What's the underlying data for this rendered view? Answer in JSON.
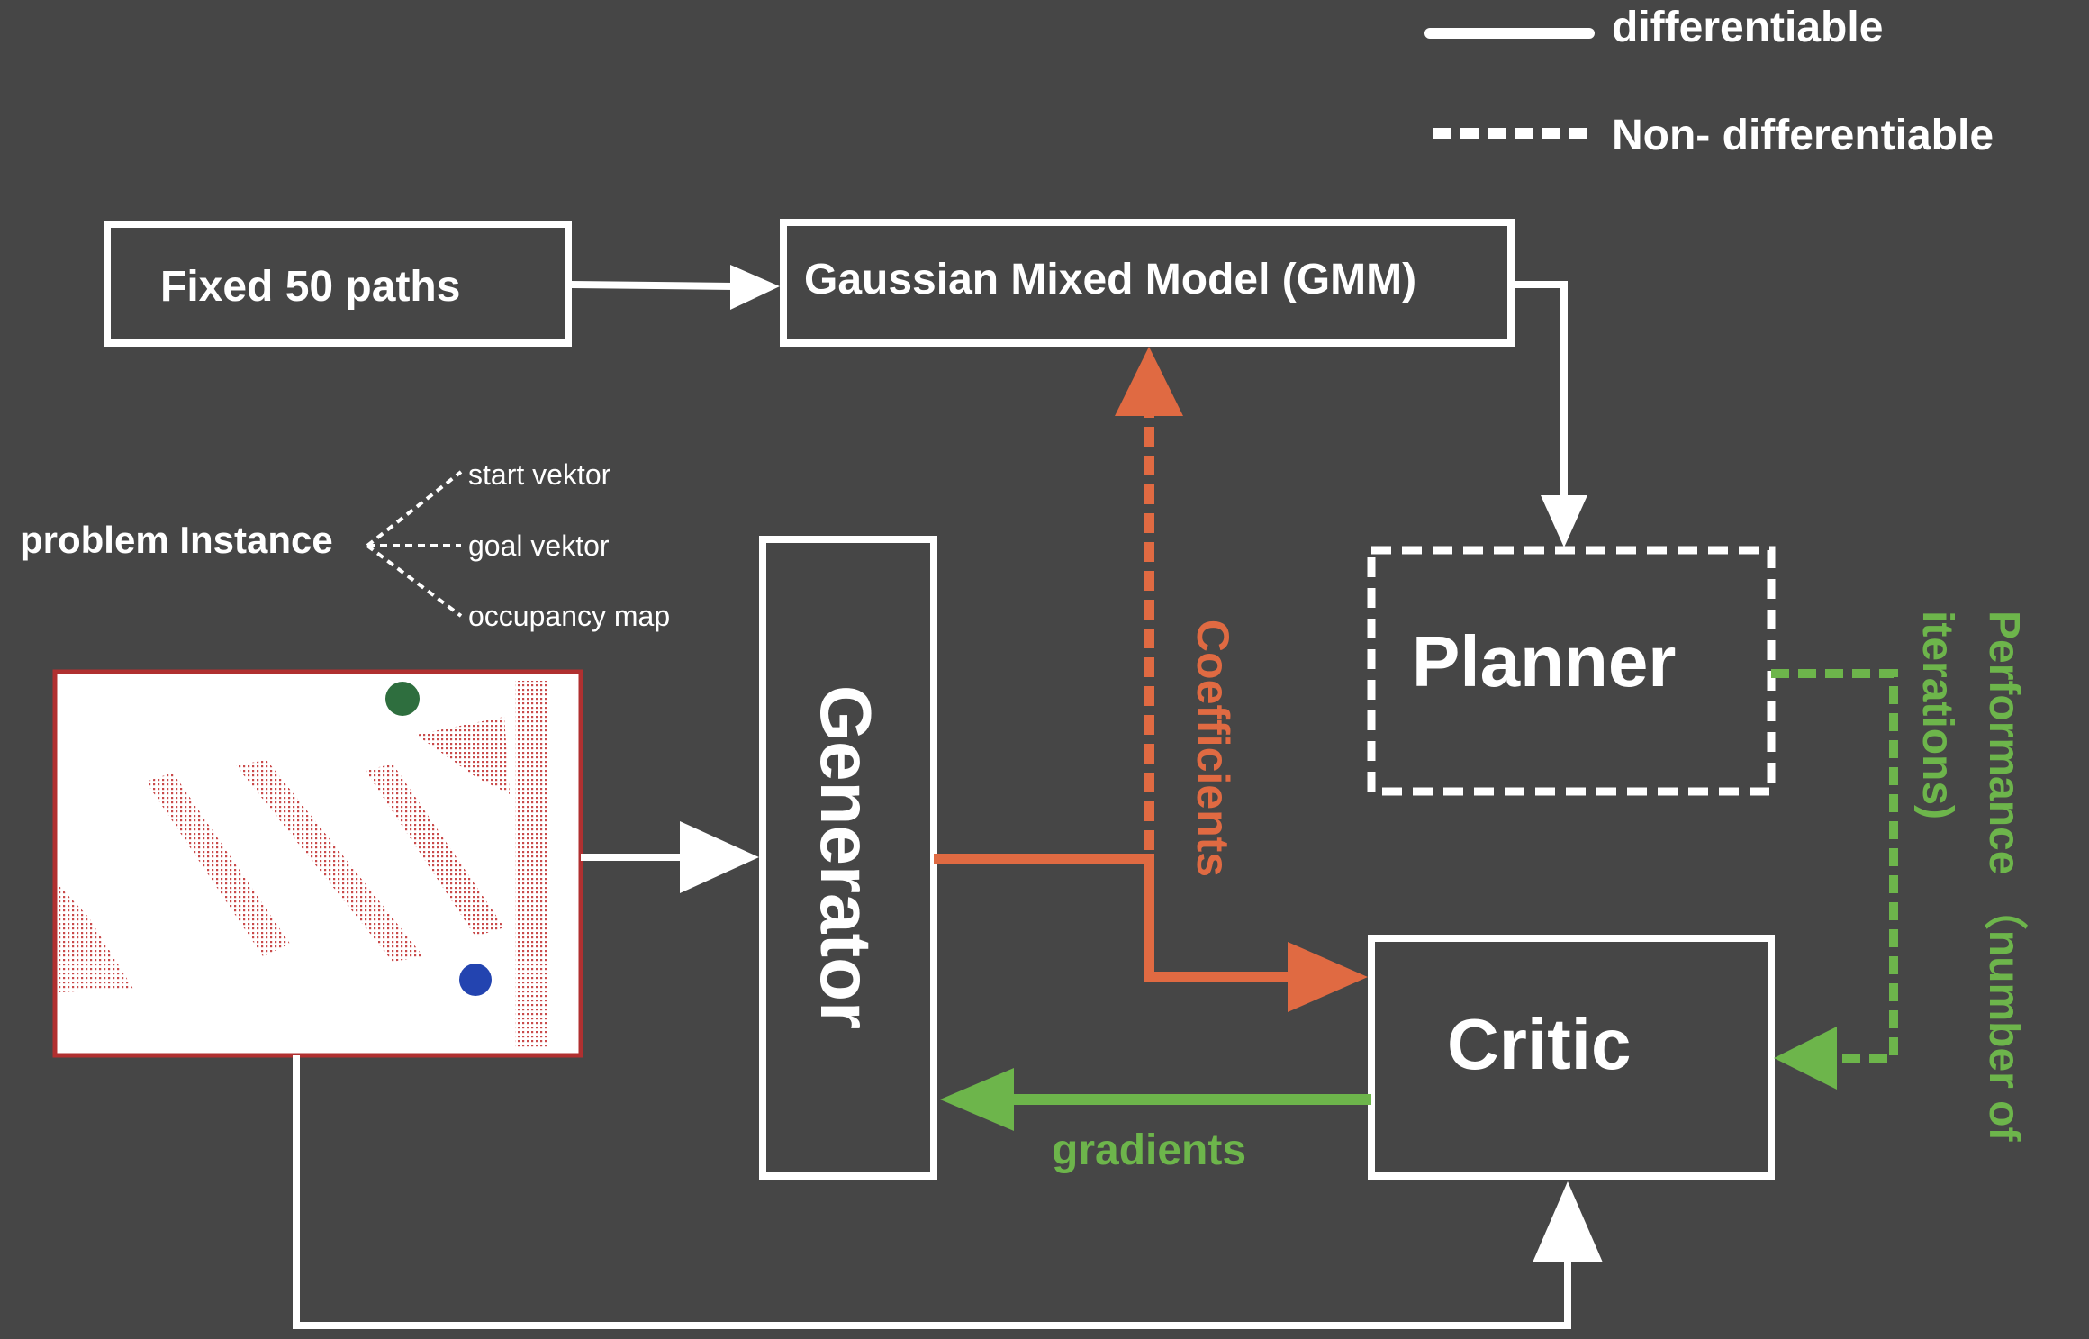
{
  "legend": {
    "solid_label": "differentiable",
    "dashed_label": "Non- differentiable"
  },
  "nodes": {
    "fixed_paths": "Fixed 50 paths",
    "gmm": "Gaussian Mixed Model (GMM)",
    "planner": "Planner",
    "generator": "Generator",
    "critic": "Critic"
  },
  "problem_instance": {
    "label": "problem Instance",
    "items": [
      "start vektor",
      "goal vektor",
      "occupancy map"
    ]
  },
  "edge_labels": {
    "coefficients": "Coefficients",
    "gradients": "gradients",
    "performance_line1": "Performance （number of",
    "performance_line2": "iterations)"
  },
  "colors": {
    "background": "#464646",
    "foreground": "#ffffff",
    "orange": "#e06a42",
    "green": "#6db54b",
    "map_border": "#b03030",
    "map_obstacle": "#c94a4a",
    "start_dot": "#2e6e3e",
    "goal_dot": "#2344b0"
  }
}
